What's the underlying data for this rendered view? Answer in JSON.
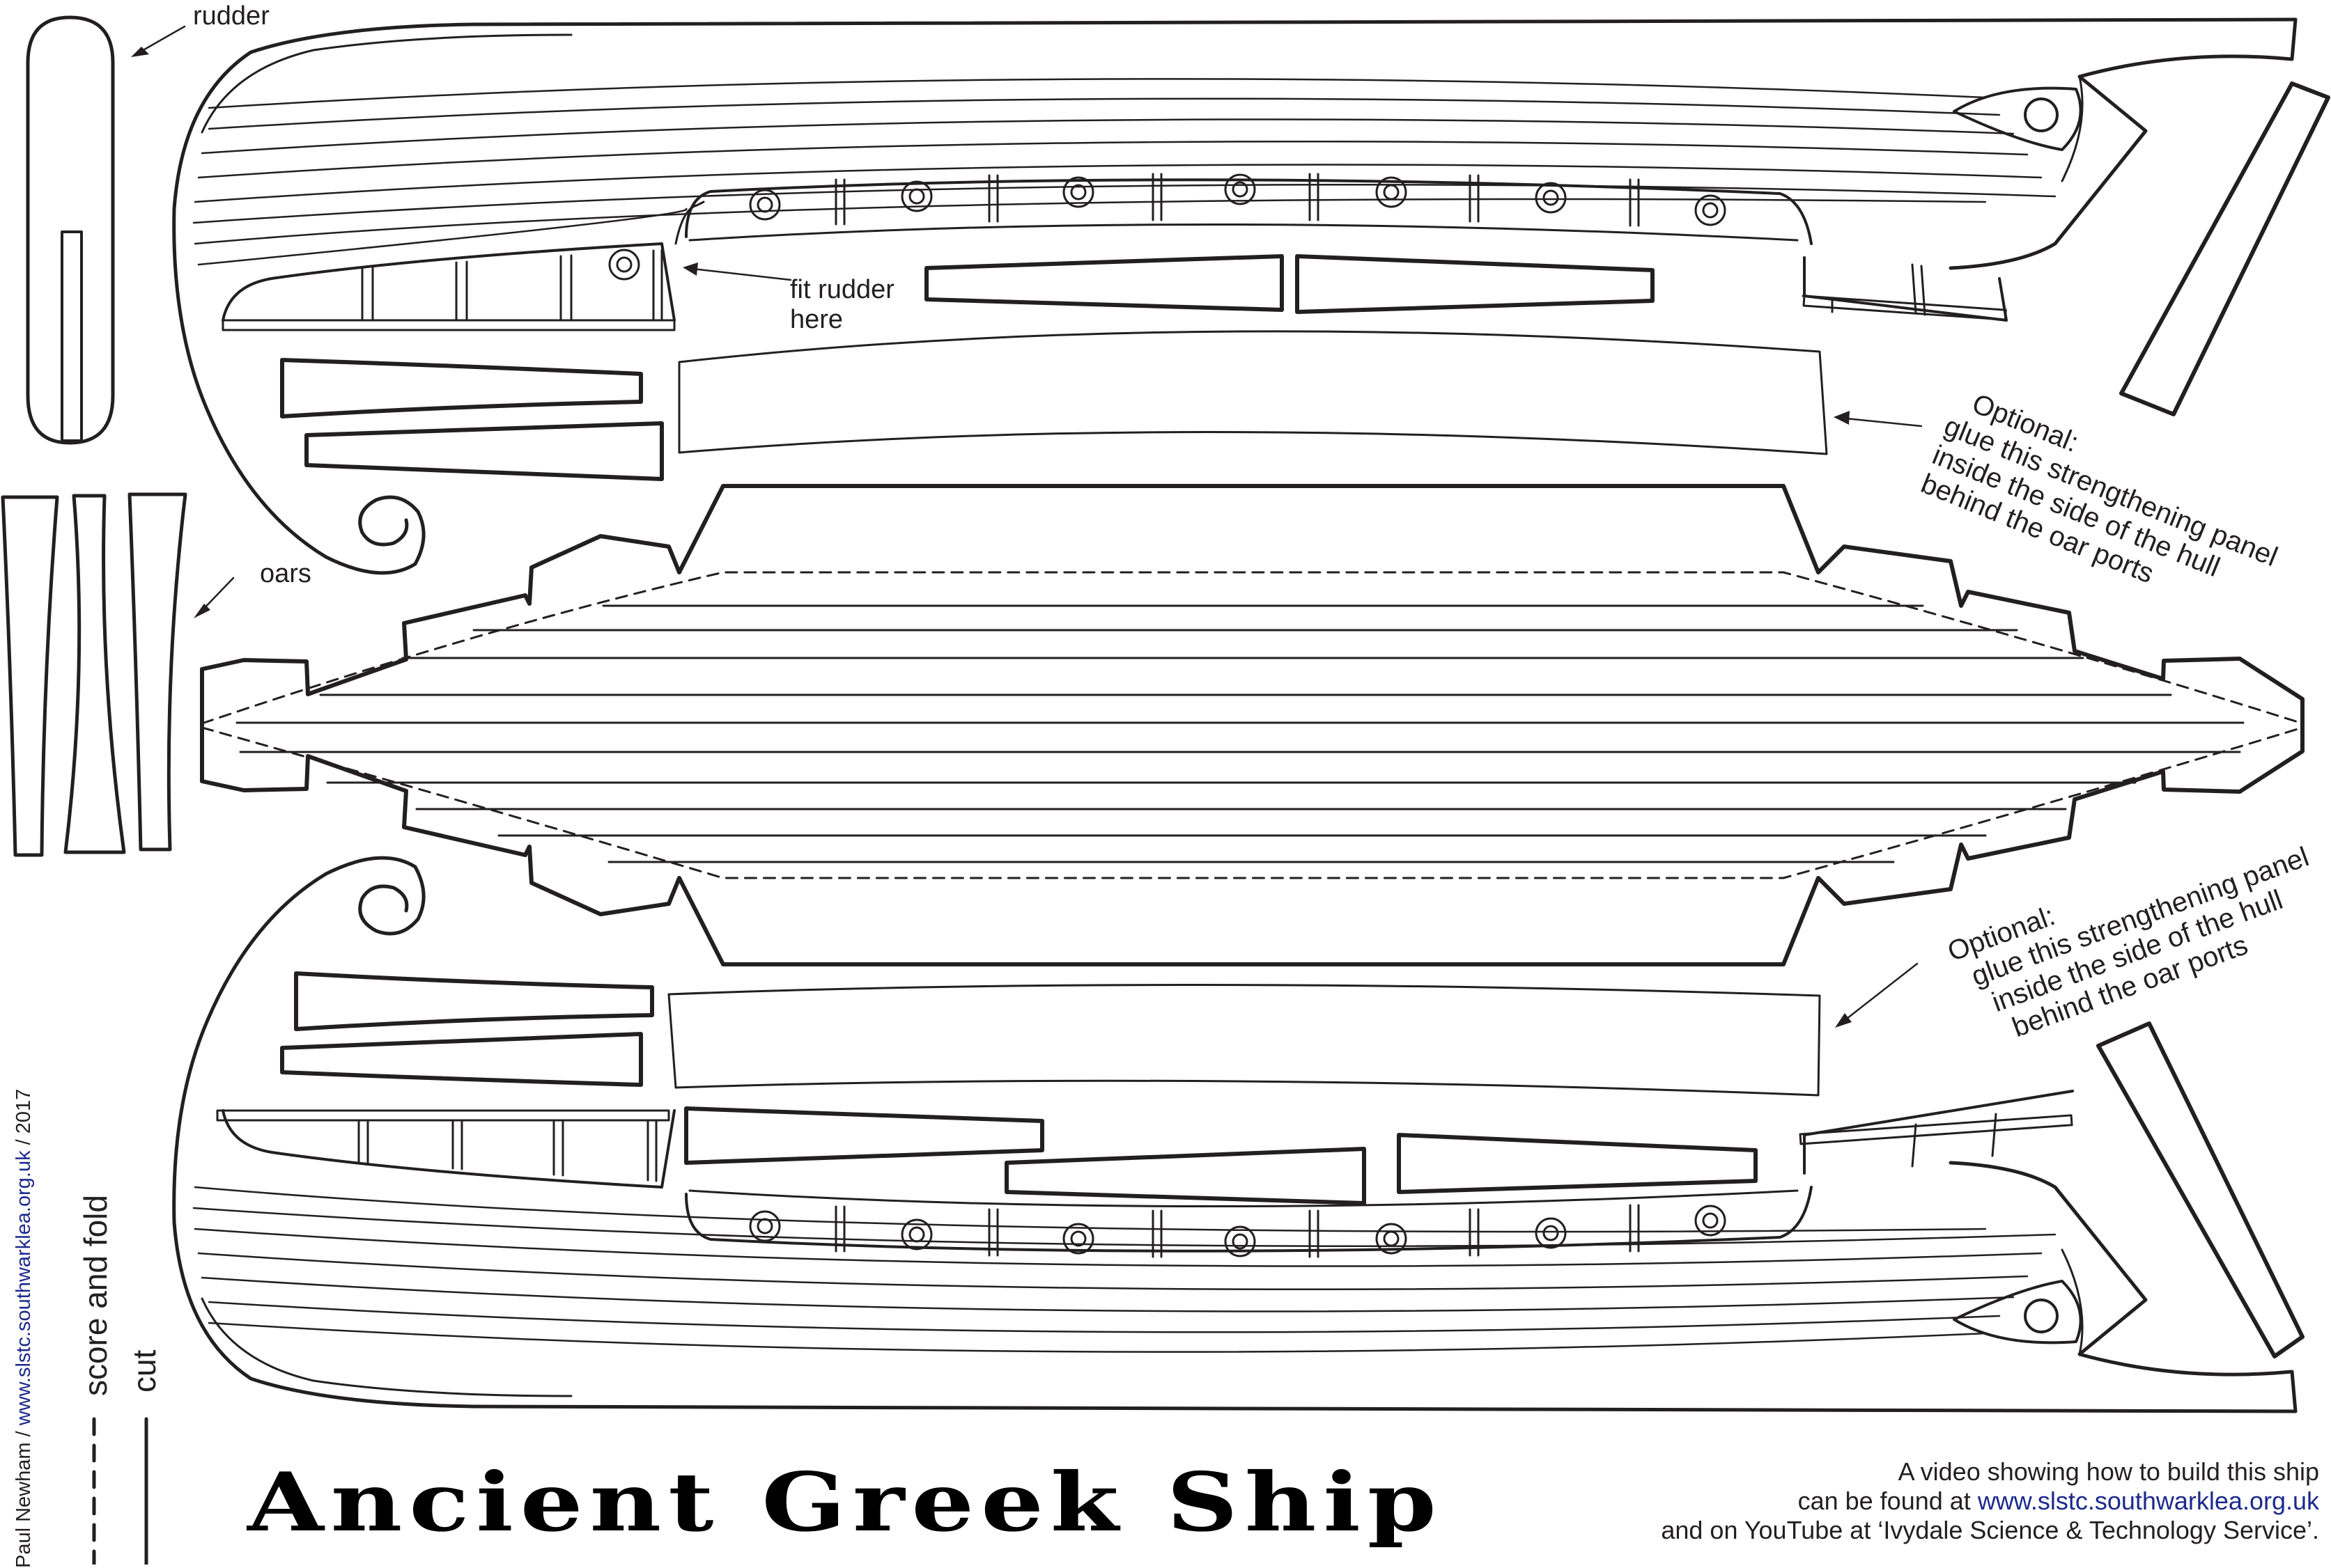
{
  "title": "Ancient Greek Ship",
  "labels": {
    "rudder": "rudder",
    "fit_rudder": [
      "fit rudder",
      "here"
    ],
    "oars": "oars",
    "optional_top": [
      "Optional:",
      "glue this strengthening panel",
      "inside the side of the hull",
      "behind the oar ports"
    ],
    "optional_bottom": [
      "Optional:",
      "glue this strengthening panel",
      "inside the side of the hull",
      "behind the oar ports"
    ]
  },
  "legend": {
    "score_and_fold": "score and fold",
    "cut": "cut"
  },
  "credit": {
    "author": "Paul Newham",
    "separator_1": " / ",
    "site": "www.slstc.southwarklea.org.uk",
    "separator_2": " / ",
    "year": "2017"
  },
  "video": {
    "line1": "A video showing how to build this ship",
    "line2_prefix": "can be found at ",
    "line2_link": "www.slstc.southwarklea.org.uk",
    "line3": "and on YouTube at ‘Ivydale Science & Technology Service’."
  },
  "colors": {
    "ink": "#231f20",
    "link": "#1c2a8c"
  }
}
